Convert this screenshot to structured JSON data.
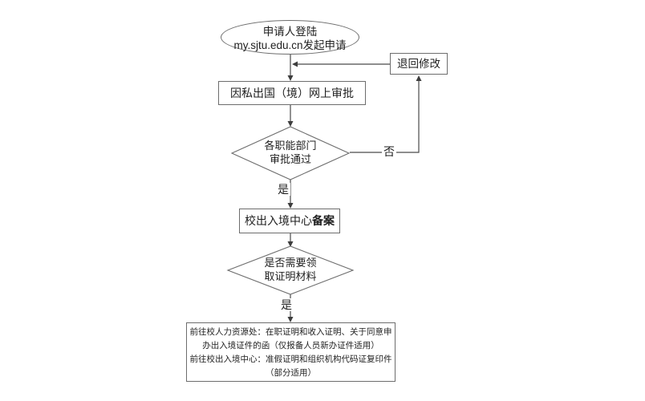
{
  "flowchart": {
    "start": {
      "line1": "申请人登陆",
      "line2": "my.sjtu.edu.cn发起申请"
    },
    "online_approval": {
      "label": "因私出国（境）网上审批"
    },
    "return_revise": {
      "label": "退回修改"
    },
    "dept_approval": {
      "line1": "各职能部门",
      "line2": "审批通过"
    },
    "center_filing": {
      "text": "校出入境中心",
      "bold": "备案"
    },
    "need_materials": {
      "line1": "是否需要领",
      "line2": "取证明材料"
    },
    "final_info": {
      "line1": "前往校人力资源处：在职证明和收入证明、关于同意申",
      "line2": "办出入境证件的函（仅报备人员新办证件适用）",
      "line3": "前往校出入境中心：准假证明和组织机构代码证复印件",
      "line4": "（部分适用）"
    },
    "branch_labels": {
      "approved_yes": "是",
      "approved_no": "否",
      "materials_yes": "是"
    },
    "colors": {
      "background": "#ffffff",
      "shape_border": "#6d6d6d",
      "connector_line": "#4a4a4a",
      "text": "#1f1f1f"
    }
  }
}
